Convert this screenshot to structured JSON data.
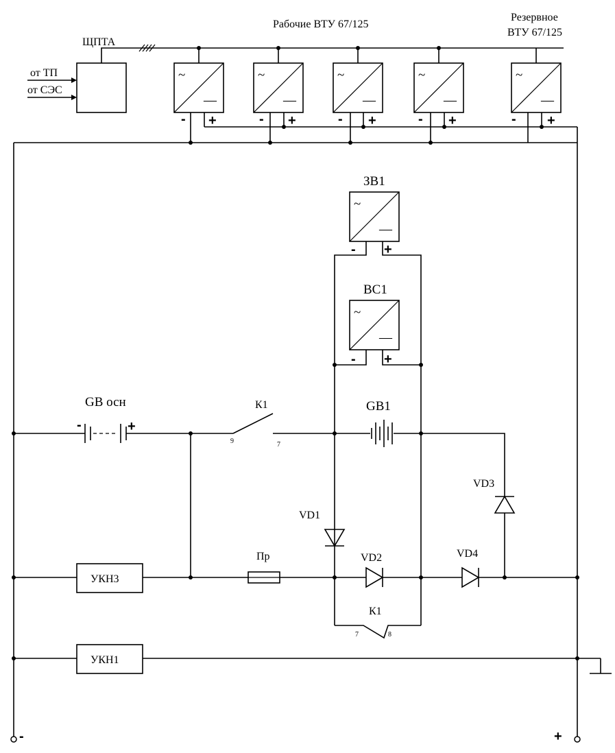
{
  "header": {
    "working_label": "Рабочие ВТУ 67/125",
    "reserve_label_line1": "Резервное",
    "reserve_label_line2": "ВТУ 67/125",
    "shchpta_label": "ЩПТА",
    "input_tp": "от ТП",
    "input_ses": "от СЭС"
  },
  "converter": {
    "ac_symbol": "~",
    "dc_symbol": "—",
    "minus": "-",
    "plus": "+"
  },
  "devices": {
    "charger_label": "ЗВ1",
    "rectifier_label": "ВС1",
    "battery_main_label": "GB осн",
    "battery_gb1_label": "GB1",
    "relay_contact_label": "К1",
    "relay_contact_pin_a": "9",
    "relay_contact_pin_b": "7",
    "relay_bottom_label": "К1",
    "relay_bottom_pin_a": "7",
    "relay_bottom_pin_b": "8",
    "fuse_label": "Пр",
    "vd1_label": "VD1",
    "vd2_label": "VD2",
    "vd3_label": "VD3",
    "vd4_label": "VD4",
    "ukn3_label": "УКН3",
    "ukn1_label": "УКН1"
  },
  "terminals": {
    "minus_label": "-",
    "plus_label": "+"
  }
}
